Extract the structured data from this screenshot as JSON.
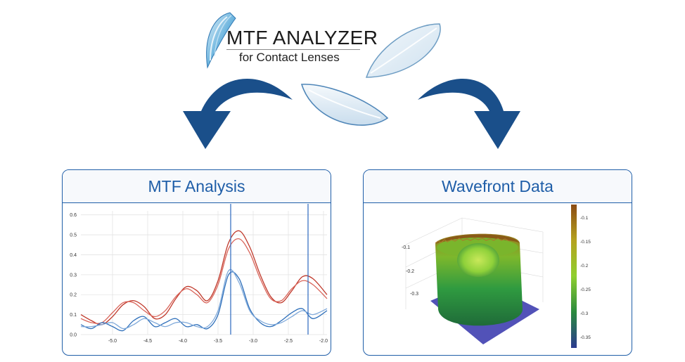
{
  "header": {
    "title": "MTF ANALYZER",
    "subtitle": "for Contact Lenses"
  },
  "panels": {
    "left_title": "MTF Analysis",
    "right_title": "Wavefront Data"
  },
  "chart_data": {
    "type": "line",
    "xlim": [
      -5.45,
      -1.95
    ],
    "ylim": [
      0,
      0.62
    ],
    "x_ticks": [
      "-5.0",
      "-4.5",
      "-4.0",
      "-3.5",
      "-3.0",
      "-2.5",
      "-2.0"
    ],
    "x_tick_values": [
      -5.0,
      -4.5,
      -4.0,
      -3.5,
      -3.0,
      -2.5,
      -2.0
    ],
    "y_ticks": [
      "0.0",
      "0.1",
      "0.2",
      "0.3",
      "0.4",
      "0.5",
      "0.6"
    ],
    "y_tick_values": [
      0.0,
      0.1,
      0.2,
      0.3,
      0.4,
      0.5,
      0.6
    ],
    "vlines": [
      -3.32,
      -2.22
    ],
    "grid": true,
    "series": [
      {
        "color": "#c0392b",
        "x": [
          -5.45,
          -5.3,
          -5.15,
          -5.0,
          -4.85,
          -4.7,
          -4.55,
          -4.4,
          -4.25,
          -4.1,
          -3.95,
          -3.8,
          -3.65,
          -3.5,
          -3.35,
          -3.2,
          -3.05,
          -2.9,
          -2.75,
          -2.6,
          -2.45,
          -2.3,
          -2.15,
          -1.95
        ],
        "y": [
          0.1,
          0.07,
          0.05,
          0.09,
          0.15,
          0.17,
          0.14,
          0.08,
          0.1,
          0.18,
          0.24,
          0.22,
          0.17,
          0.27,
          0.46,
          0.52,
          0.44,
          0.3,
          0.19,
          0.16,
          0.22,
          0.29,
          0.28,
          0.2
        ]
      },
      {
        "color": "#d9655a",
        "x": [
          -5.45,
          -5.3,
          -5.15,
          -5.0,
          -4.85,
          -4.7,
          -4.55,
          -4.4,
          -4.25,
          -4.1,
          -3.95,
          -3.8,
          -3.65,
          -3.5,
          -3.35,
          -3.2,
          -3.05,
          -2.9,
          -2.75,
          -2.6,
          -2.45,
          -2.3,
          -2.15,
          -1.95
        ],
        "y": [
          0.08,
          0.06,
          0.06,
          0.11,
          0.16,
          0.16,
          0.12,
          0.09,
          0.12,
          0.19,
          0.23,
          0.2,
          0.16,
          0.25,
          0.43,
          0.48,
          0.41,
          0.28,
          0.18,
          0.17,
          0.23,
          0.27,
          0.25,
          0.18
        ]
      },
      {
        "color": "#2e6fba",
        "x": [
          -5.45,
          -5.3,
          -5.15,
          -5.0,
          -4.85,
          -4.7,
          -4.55,
          -4.4,
          -4.25,
          -4.1,
          -3.95,
          -3.8,
          -3.65,
          -3.5,
          -3.35,
          -3.2,
          -3.05,
          -2.9,
          -2.75,
          -2.6,
          -2.45,
          -2.3,
          -2.15,
          -1.95
        ],
        "y": [
          0.05,
          0.03,
          0.06,
          0.04,
          0.02,
          0.07,
          0.09,
          0.04,
          0.06,
          0.08,
          0.04,
          0.05,
          0.03,
          0.1,
          0.3,
          0.28,
          0.13,
          0.06,
          0.04,
          0.07,
          0.11,
          0.13,
          0.08,
          0.12
        ]
      },
      {
        "color": "#7fa9da",
        "x": [
          -5.45,
          -5.3,
          -5.15,
          -5.0,
          -4.85,
          -4.7,
          -4.55,
          -4.4,
          -4.25,
          -4.1,
          -3.95,
          -3.8,
          -3.65,
          -3.5,
          -3.35,
          -3.2,
          -3.05,
          -2.9,
          -2.75,
          -2.6,
          -2.45,
          -2.3,
          -2.15,
          -1.95
        ],
        "y": [
          0.04,
          0.04,
          0.05,
          0.06,
          0.03,
          0.05,
          0.08,
          0.06,
          0.04,
          0.06,
          0.06,
          0.04,
          0.04,
          0.12,
          0.32,
          0.26,
          0.12,
          0.07,
          0.05,
          0.06,
          0.09,
          0.12,
          0.1,
          0.13
        ]
      }
    ]
  },
  "colorbar": {
    "ticks": [
      "-0.1",
      "-0.15",
      "-0.2",
      "-0.25",
      "-0.3",
      "-0.35"
    ],
    "tick_values": [
      -0.1,
      -0.15,
      -0.2,
      -0.25,
      -0.3,
      -0.35
    ],
    "range": [
      -0.37,
      -0.07
    ],
    "colors": [
      "#2b3a8f",
      "#2a8a3e",
      "#8fcf2f",
      "#b5a21f",
      "#8a4b13"
    ]
  },
  "surface_axis_ticks": [
    "-0.1",
    "-0.2",
    "-0.3"
  ]
}
